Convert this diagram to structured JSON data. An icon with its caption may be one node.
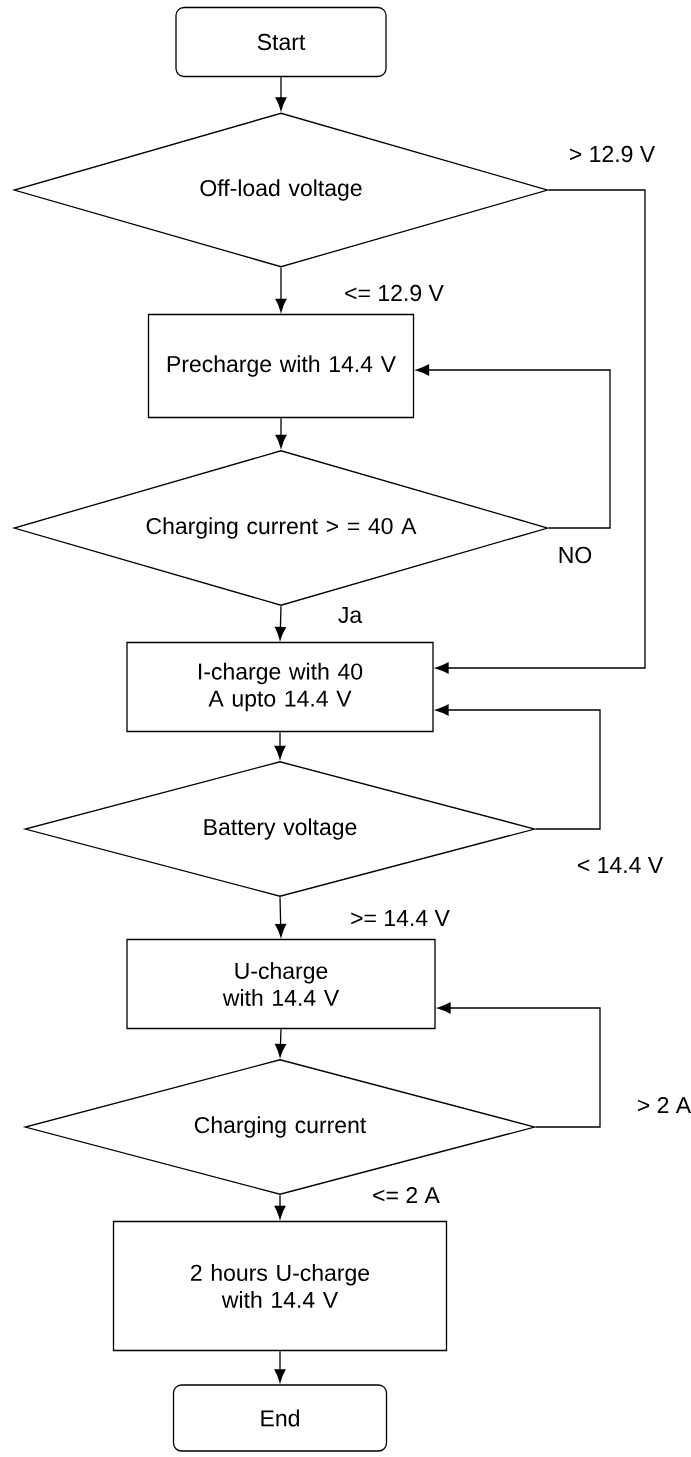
{
  "diagram": {
    "nodes": [
      {
        "text": [
          "Start"
        ]
      },
      {
        "text": [
          "Off-load voltage"
        ]
      },
      {
        "text": [
          "Precharge with 14.4 V"
        ]
      },
      {
        "text": [
          "Charging current > = 40 A"
        ]
      },
      {
        "text": [
          "I-charge with 40 A upto 14.4 V"
        ]
      },
      {
        "text": [
          "Battery voltage"
        ]
      },
      {
        "text": [
          "U-charge with 14.4 V"
        ]
      },
      {
        "text": [
          "Charging current"
        ]
      },
      {
        "text": [
          "2 hours U-charge with 14.4 V"
        ]
      },
      {
        "text": [
          "End"
        ]
      }
    ],
    "edges": [
      {
        "from": 0,
        "to": 1,
        "arrow": "to"
      },
      {
        "from": 1,
        "to": 2,
        "arrow": "to",
        "label": "<= 12.9 V"
      },
      {
        "from": 1,
        "to": 4,
        "arrow": "to",
        "label": "> 12.9 V"
      },
      {
        "from": 2,
        "to": 3,
        "arrow": "to"
      },
      {
        "from": 3,
        "to": 2,
        "arrow": "to",
        "label": "NO"
      },
      {
        "from": 3,
        "to": 4,
        "arrow": "to",
        "label": "Ja"
      },
      {
        "from": 4,
        "to": 5,
        "arrow": "to"
      },
      {
        "from": 5,
        "to": 4,
        "arrow": "to",
        "label": "< 14.4 V"
      },
      {
        "from": 5,
        "to": 6,
        "arrow": "to",
        "label": ">= 14.4 V"
      },
      {
        "from": 6,
        "to": 7,
        "arrow": "to"
      },
      {
        "from": 7,
        "to": 6,
        "arrow": "to",
        "label": "> 2 A"
      },
      {
        "from": 7,
        "to": 8,
        "arrow": "to",
        "label": "<= 2 A"
      },
      {
        "from": 8,
        "to": 9,
        "arrow": "to"
      }
    ]
  }
}
